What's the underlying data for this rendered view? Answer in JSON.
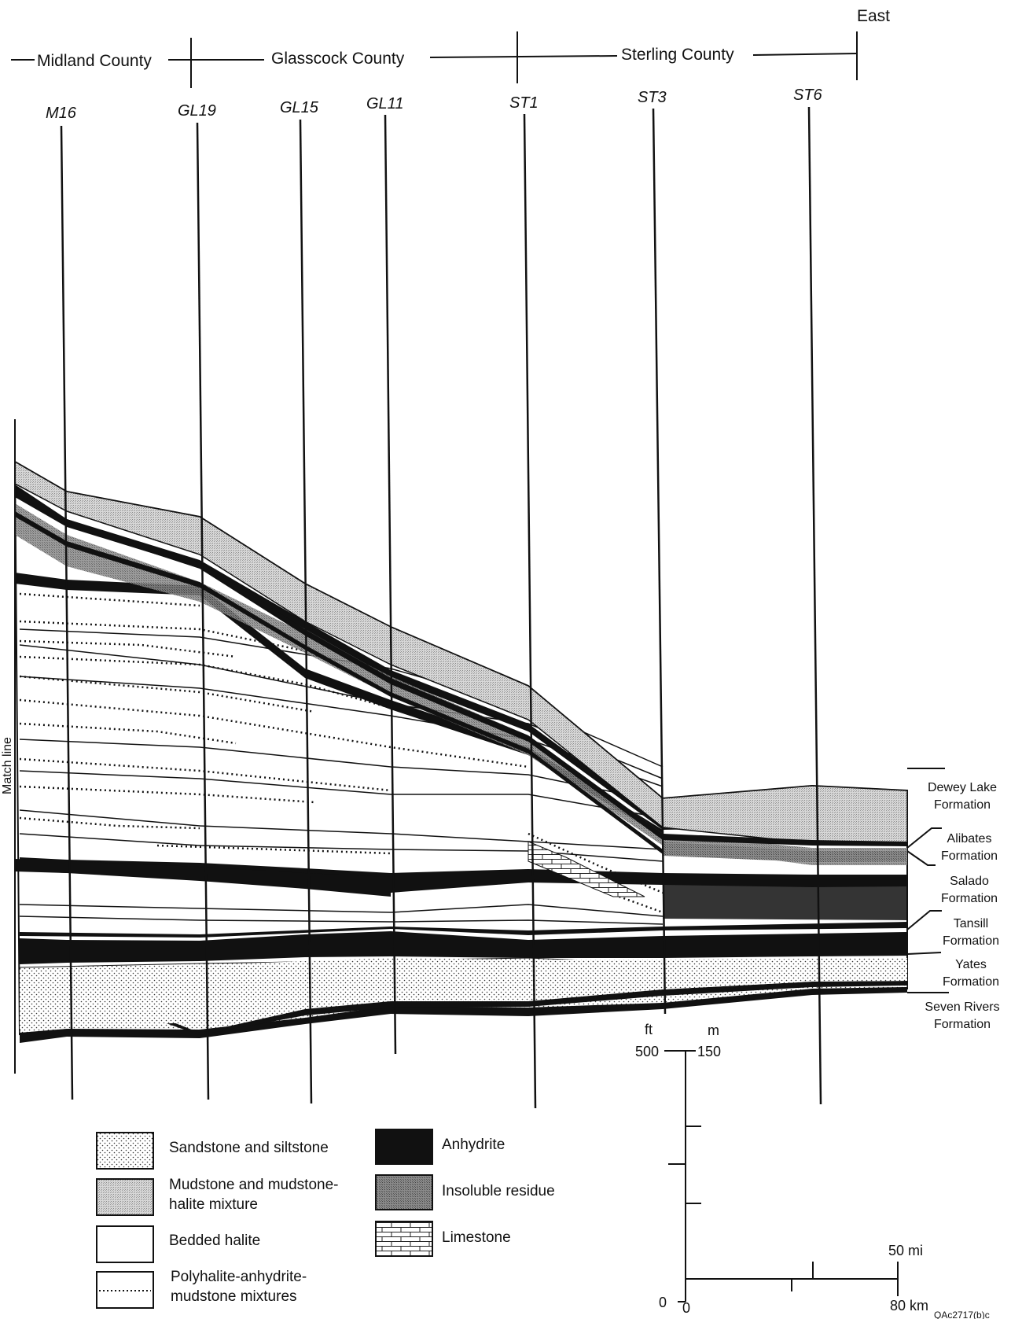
{
  "header": {
    "direction": "East",
    "counties": [
      "Midland County",
      "Glasscock County",
      "Sterling County"
    ]
  },
  "wells": [
    "M16",
    "GL19",
    "GL15",
    "GL11",
    "ST1",
    "ST3",
    "ST6"
  ],
  "match_line": "Match line",
  "formations": [
    [
      "Dewey Lake",
      "Formation"
    ],
    [
      "Alibates",
      "Formation"
    ],
    [
      "Salado",
      "Formation"
    ],
    [
      "Tansill",
      "Formation"
    ],
    [
      "Yates",
      "Formation"
    ],
    [
      "Seven Rivers",
      "Formation"
    ]
  ],
  "legend": {
    "sandstone": "Sandstone and siltstone",
    "mudstone": [
      "Mudstone and mudstone-",
      "halite mixture"
    ],
    "halite": "Bedded halite",
    "polyhalite": [
      "Polyhalite-anhydrite-",
      "mudstone mixtures"
    ],
    "anhydrite": "Anhydrite",
    "insoluble": "Insoluble residue",
    "limestone": "Limestone"
  },
  "vertical_scale": {
    "unit_ft": "ft",
    "unit_m": "m",
    "ft_max": "500",
    "m_max": "150",
    "zero": "0"
  },
  "horizontal_scale": {
    "zero": "0",
    "mi": "50 mi",
    "km": "80 km"
  },
  "figure_id": "QAc2717(b)c"
}
